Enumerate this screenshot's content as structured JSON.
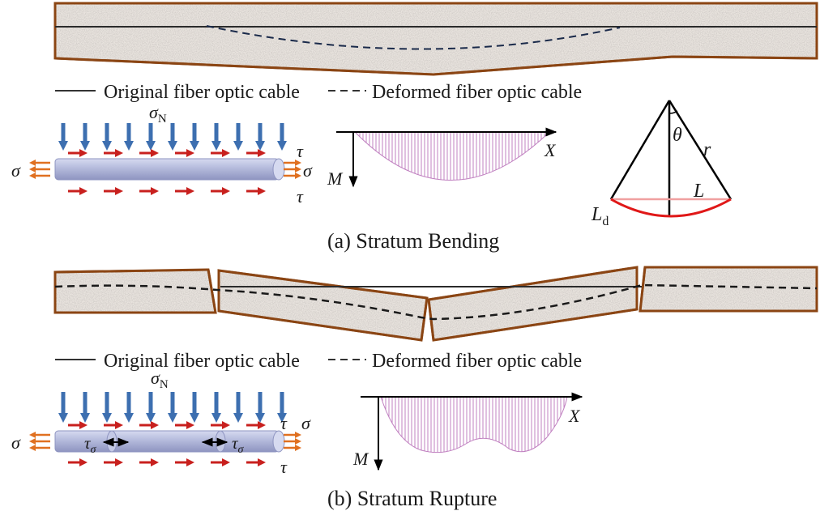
{
  "legend": {
    "original": "Original fiber optic cable",
    "deformed": "Deformed  fiber optic cable"
  },
  "symbols": {
    "sigma_n": "σ",
    "sigma_n_sub": "N",
    "sigma": "σ",
    "tau": "τ",
    "tau_sigma": "τ",
    "tau_sigma_sub": "σ",
    "moment": "M",
    "axis_x": "X",
    "theta": "θ",
    "radius": "r",
    "chord": "L",
    "arc": "L",
    "arc_sub": "d"
  },
  "captions": {
    "bending": "(a) Stratum Bending",
    "rupture": "(b) Stratum Rupture"
  },
  "colors": {
    "rock_border": "#8b4513",
    "rock_fill": "#e9e4df",
    "load_arrow": "#3d6fb0",
    "shear_arrow": "#c8201e",
    "tension_arrow": "#e07020",
    "cable": "#aeb4d6",
    "moment_hatch": "#c080c0",
    "arc": "#e01818",
    "chord": "#f0a0a0"
  }
}
